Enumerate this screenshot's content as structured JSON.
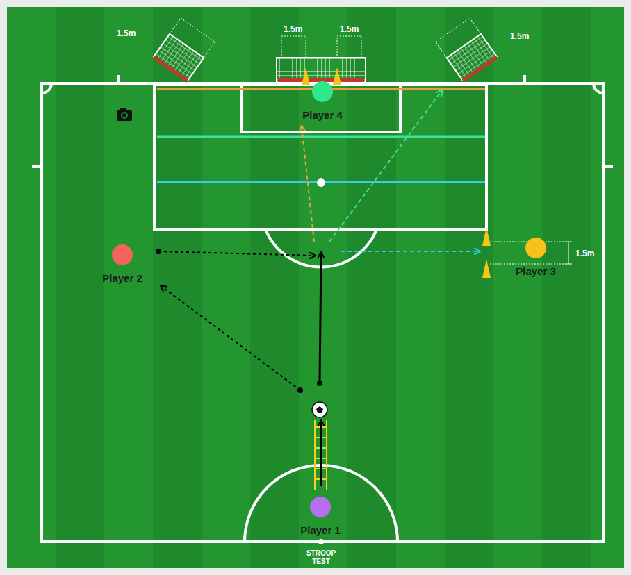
{
  "diagram": {
    "nodes": [
      {
        "text": [
          "Player 4"
        ]
      },
      {
        "text": [
          "Player 2"
        ]
      },
      {
        "text": [
          "Player 3"
        ]
      },
      {
        "text": [
          "Player 1"
        ]
      }
    ],
    "labels": [
      "1.5m",
      "1.5m",
      "1.5m",
      "1.5m",
      "1.5m",
      "STROOP TEST"
    ]
  }
}
